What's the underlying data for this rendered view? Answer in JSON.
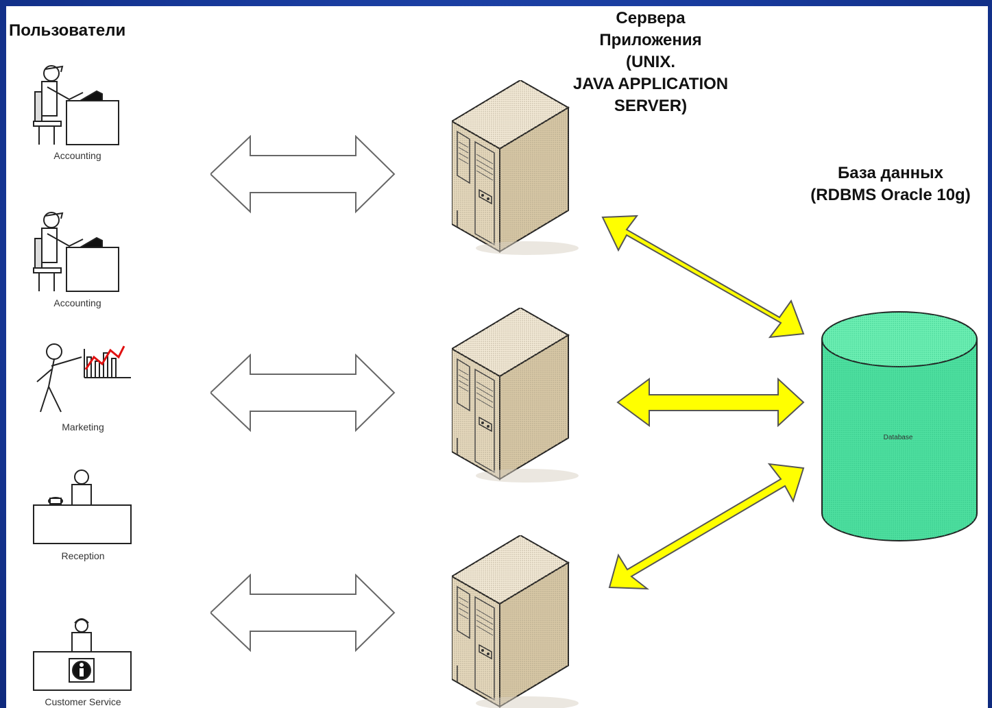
{
  "users_heading": "Пользователи",
  "servers_heading": {
    "line1": "Сервера",
    "line2": "Приложения",
    "line3": "(UNIX.",
    "line4": "JAVA APPLICATION",
    "line5": "SERVER)"
  },
  "database_heading": {
    "line1": "База данных",
    "line2": "(RDBMS Oracle 10g)"
  },
  "users": [
    {
      "label": "Accounting",
      "icon": "accounting-user-icon"
    },
    {
      "label": "Accounting",
      "icon": "accounting-user-icon"
    },
    {
      "label": "Marketing",
      "icon": "marketing-user-icon"
    },
    {
      "label": "Reception",
      "icon": "reception-user-icon"
    },
    {
      "label": "Customer Service",
      "icon": "customer-service-user-icon"
    }
  ],
  "database_label": "Database",
  "colors": {
    "frame_blue": "#1c3f9c",
    "server_beige": "#e8dcc3",
    "database_green": "#4fe0a0",
    "db_arrow_yellow": "#ffff00",
    "user_arrow_outline": "#555555"
  }
}
